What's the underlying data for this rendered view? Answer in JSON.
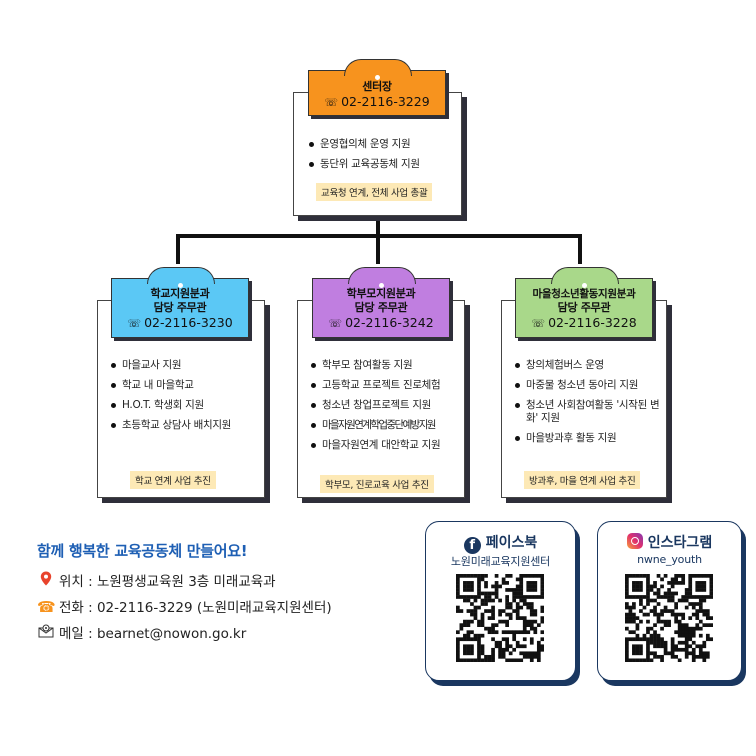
{
  "center": {
    "title": "센터장",
    "phone": "02-2116-3229",
    "items": [
      "운영협의체 운영 지원",
      "동단위 교육공동체 지원"
    ],
    "note": "교육청 연계, 전체 사업 총괄",
    "color": "#f7931e"
  },
  "divisions": [
    {
      "title": "학교지원분과",
      "subtitle": "담당 주무관",
      "phone": "02-2116-3230",
      "items": [
        "마을교사 지원",
        "학교 내 마을학교",
        "H.O.T. 학생회 지원",
        "초등학교 상담사 배치지원"
      ],
      "note": "학교 연계 사업 추진",
      "color": "#5bc8f5"
    },
    {
      "title": "학부모지원분과",
      "subtitle": "담당 주무관",
      "phone": "02-2116-3242",
      "items": [
        "학부모 참여활동 지원",
        "고등학교 프로젝트 진로체험",
        "청소년 창업프로젝트 지원",
        "마을자원연계학업중단예방지원",
        "마을자원연계 대안학교 지원"
      ],
      "note": "학부모, 진로교육 사업 추진",
      "color": "#c07ee0"
    },
    {
      "title": "마을청소년활동지원분과",
      "subtitle": "담당 주무관",
      "phone": "02-2116-3228",
      "items": [
        "창의체험버스 운영",
        "마중물 청소년 동아리 지원",
        "청소년 사회참여활동 '시작된 변화' 지원",
        "마을방과후 활동 지원"
      ],
      "note": "방과후, 마을 연계 사업 추진",
      "color": "#a9d88a"
    }
  ],
  "footer": {
    "slogan": "함께 행복한 교육공동체 만들어요!",
    "location_label": "위치 : 노원평생교육원 3층 미래교육과",
    "phone_label": "전화 : 02-2116-3229  (노원미래교육지원센터)",
    "mail_label": "메일 : bearnet@nowon.go.kr",
    "location_icon": "map-pin-icon",
    "phone_icon": "telephone-icon",
    "mail_icon": "envelope-icon"
  },
  "social": {
    "facebook": {
      "title": "페이스북",
      "sub": "노원미래교육지원센터",
      "icon": "facebook-icon"
    },
    "instagram": {
      "title": "인스타그램",
      "sub": "nwne_youth",
      "icon": "instagram-icon"
    }
  },
  "tel_glyph": "☏"
}
